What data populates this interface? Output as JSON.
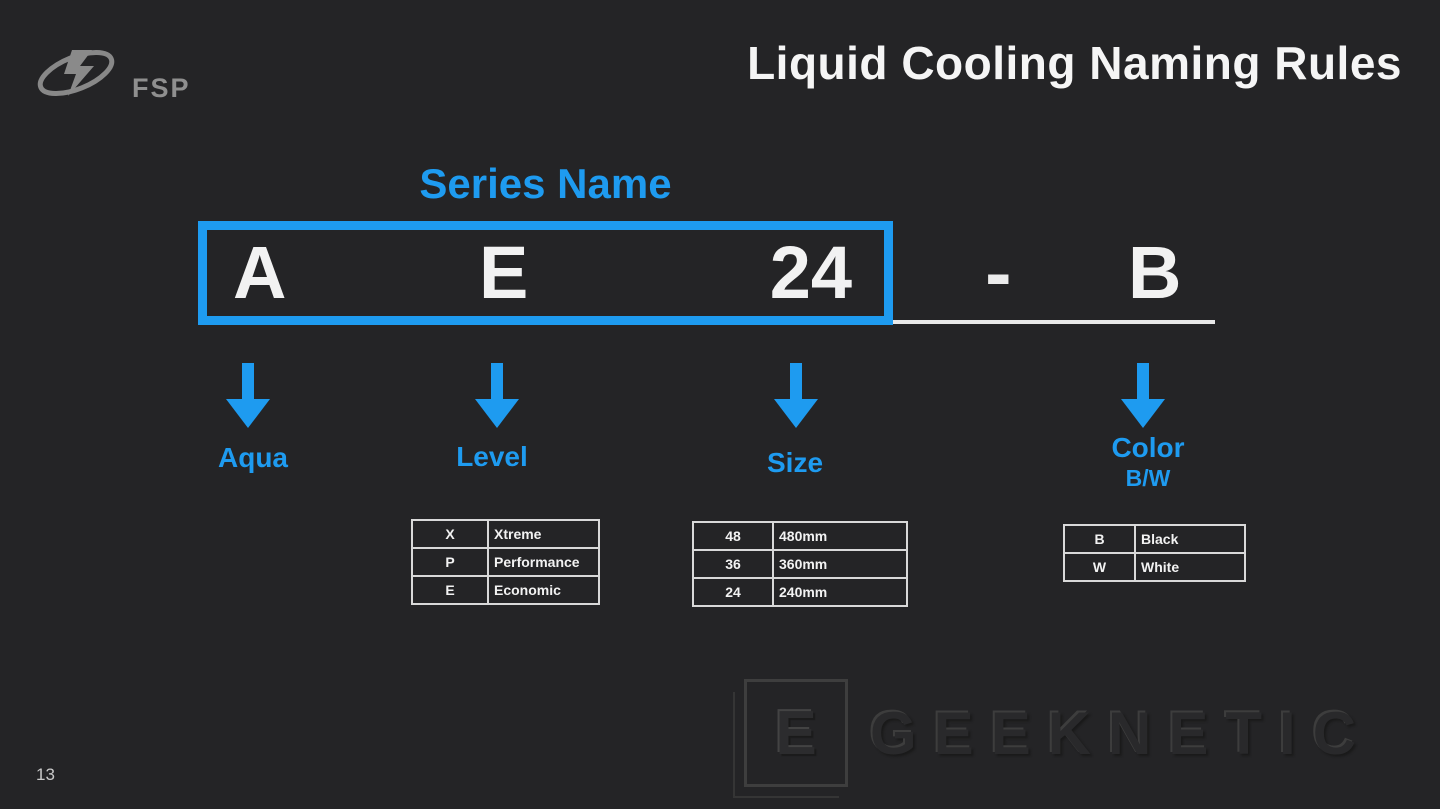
{
  "slide": {
    "title": "Liquid Cooling Naming Rules",
    "page_number": "13"
  },
  "logo": {
    "brand": "FSP"
  },
  "naming": {
    "series_label": "Series Name",
    "code_parts": [
      "A",
      "E",
      "24"
    ],
    "separator": "-",
    "suffix": "B",
    "annotations": [
      {
        "label": "Aqua"
      },
      {
        "label": "Level"
      },
      {
        "label": "Size"
      },
      {
        "label": "Color",
        "sublabel": "B/W"
      }
    ]
  },
  "tables": {
    "level": {
      "rows": [
        [
          "X",
          "Xtreme"
        ],
        [
          "P",
          "Performance"
        ],
        [
          "E",
          "Economic"
        ]
      ]
    },
    "size": {
      "rows": [
        [
          "48",
          "480mm"
        ],
        [
          "36",
          "360mm"
        ],
        [
          "24",
          "240mm"
        ]
      ]
    },
    "color": {
      "rows": [
        [
          "B",
          "Black"
        ],
        [
          "W",
          "White"
        ]
      ]
    }
  },
  "watermark": {
    "logo_letter": "E",
    "text": "GEEKNETIC"
  },
  "colors": {
    "accent_blue": "#1e9bf0",
    "background": "#242426",
    "text_white": "#f2f2f2",
    "table_border": "#d9d9d9",
    "logo_gray": "#8f8f8f"
  }
}
